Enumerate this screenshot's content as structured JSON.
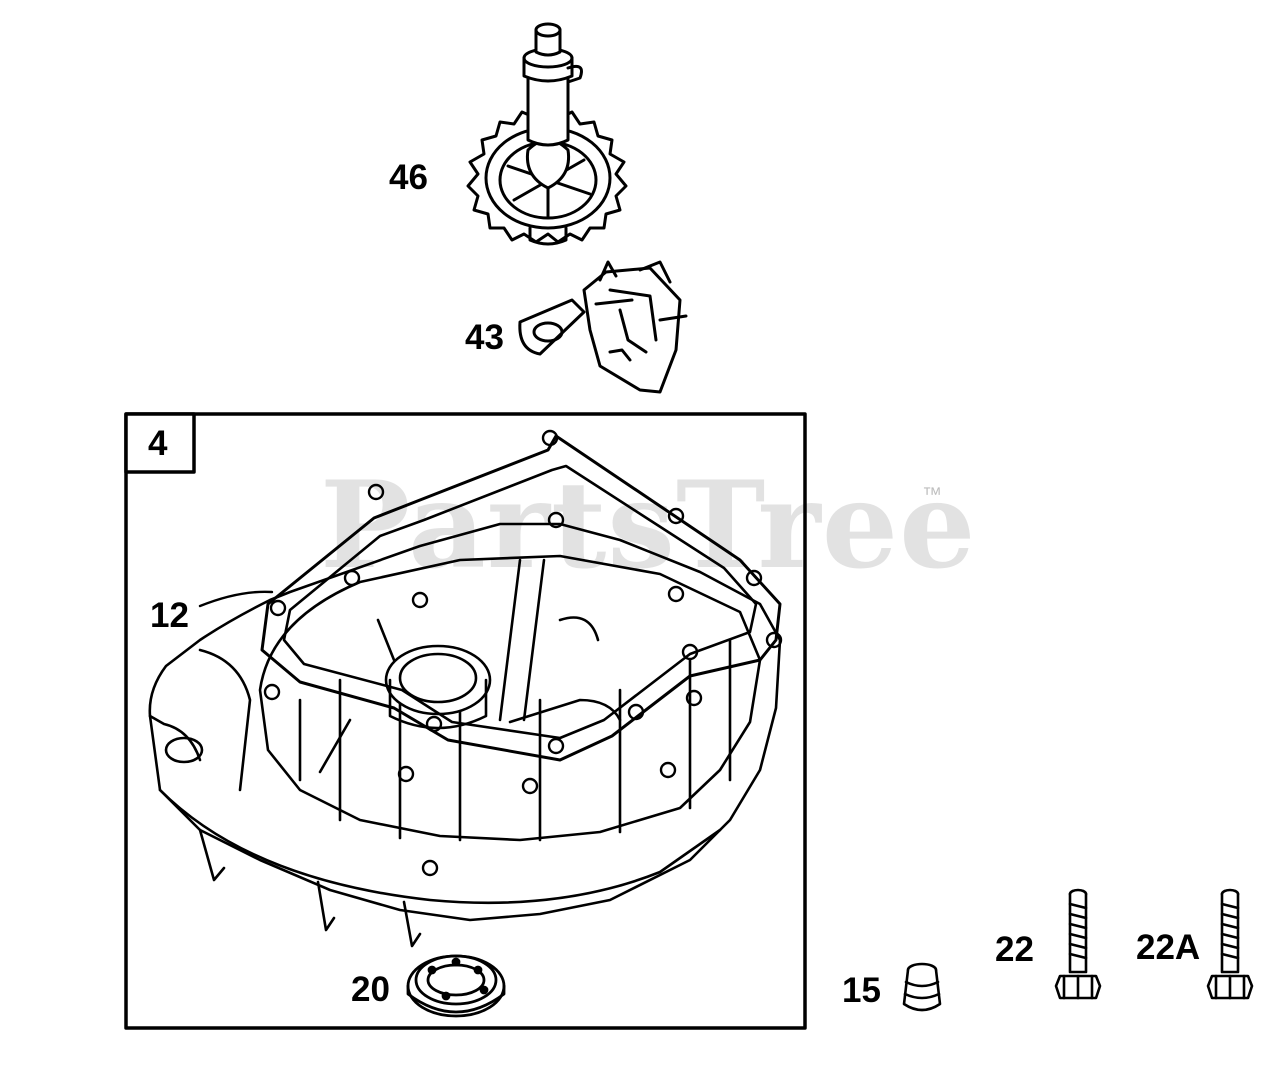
{
  "diagram": {
    "callouts": {
      "gear": "46",
      "governor": "43",
      "group": "4",
      "gasket": "12",
      "seal": "20",
      "plug": "15",
      "bolt_short": "22",
      "bolt_long": "22A"
    },
    "watermark": {
      "text": "PartsTree",
      "trademark": "™"
    }
  }
}
